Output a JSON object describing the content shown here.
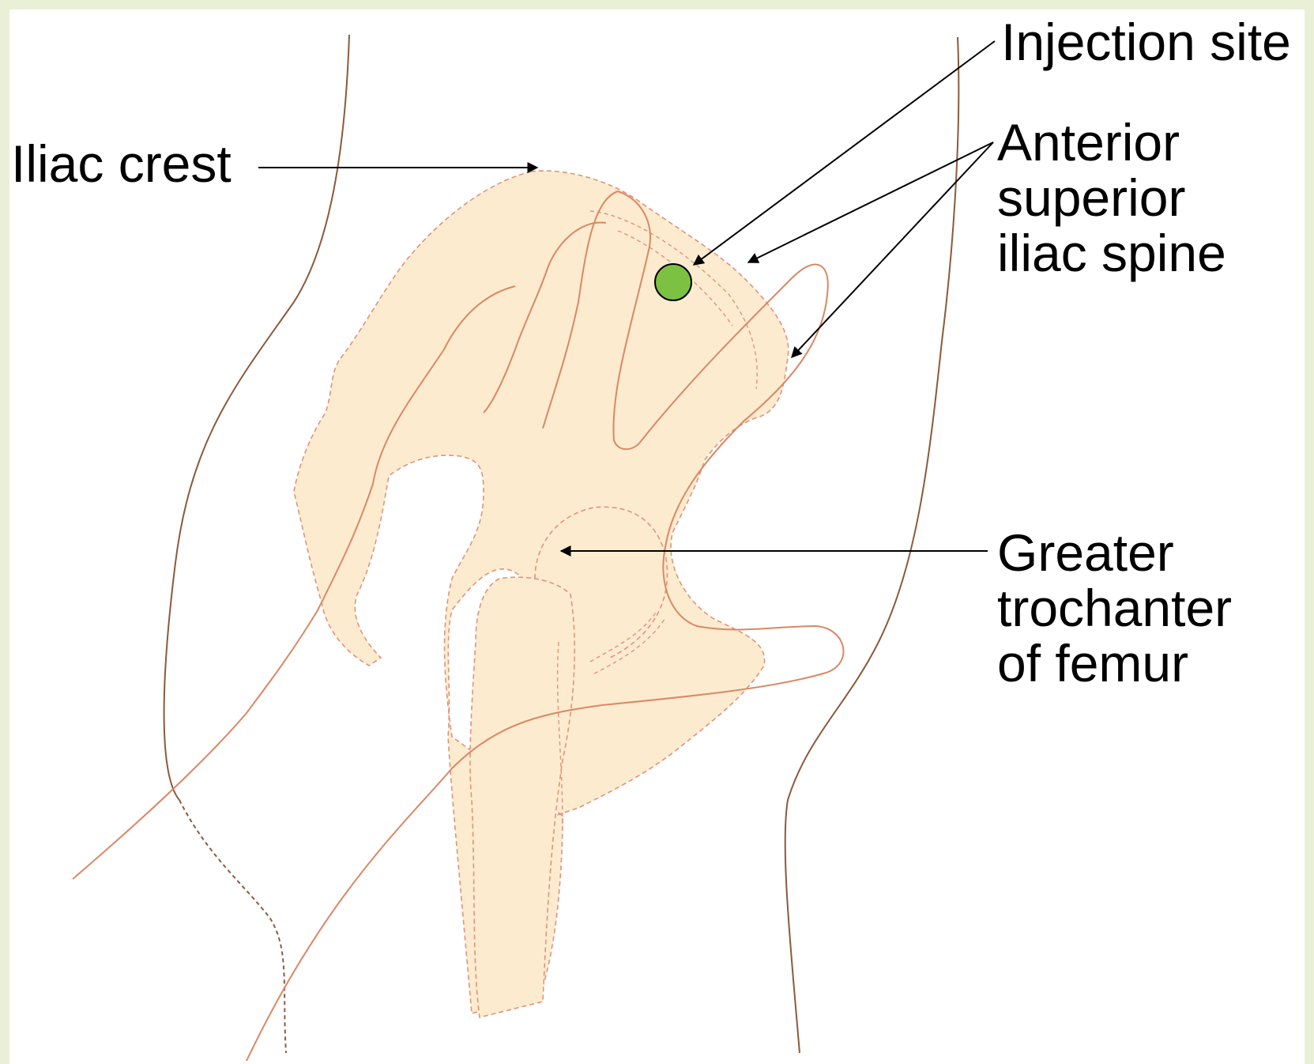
{
  "labels": {
    "iliac_crest": "Iliac crest",
    "injection_site": "Injection site",
    "asis": [
      "Anterior",
      "superior",
      "iliac spine"
    ],
    "greater_trochanter": [
      "Greater",
      "trochanter",
      "of femur"
    ]
  },
  "colors": {
    "page_border": "#eaf0d6",
    "bone_fill": "#fdebcf",
    "bone_outline": "#e0937a",
    "muscle_line": "#d98866",
    "body_outline": "#8b5a3c",
    "injection_dot": "#7dc142",
    "arrow": "#000000"
  },
  "icons": {
    "injection_marker": "green-circle"
  }
}
